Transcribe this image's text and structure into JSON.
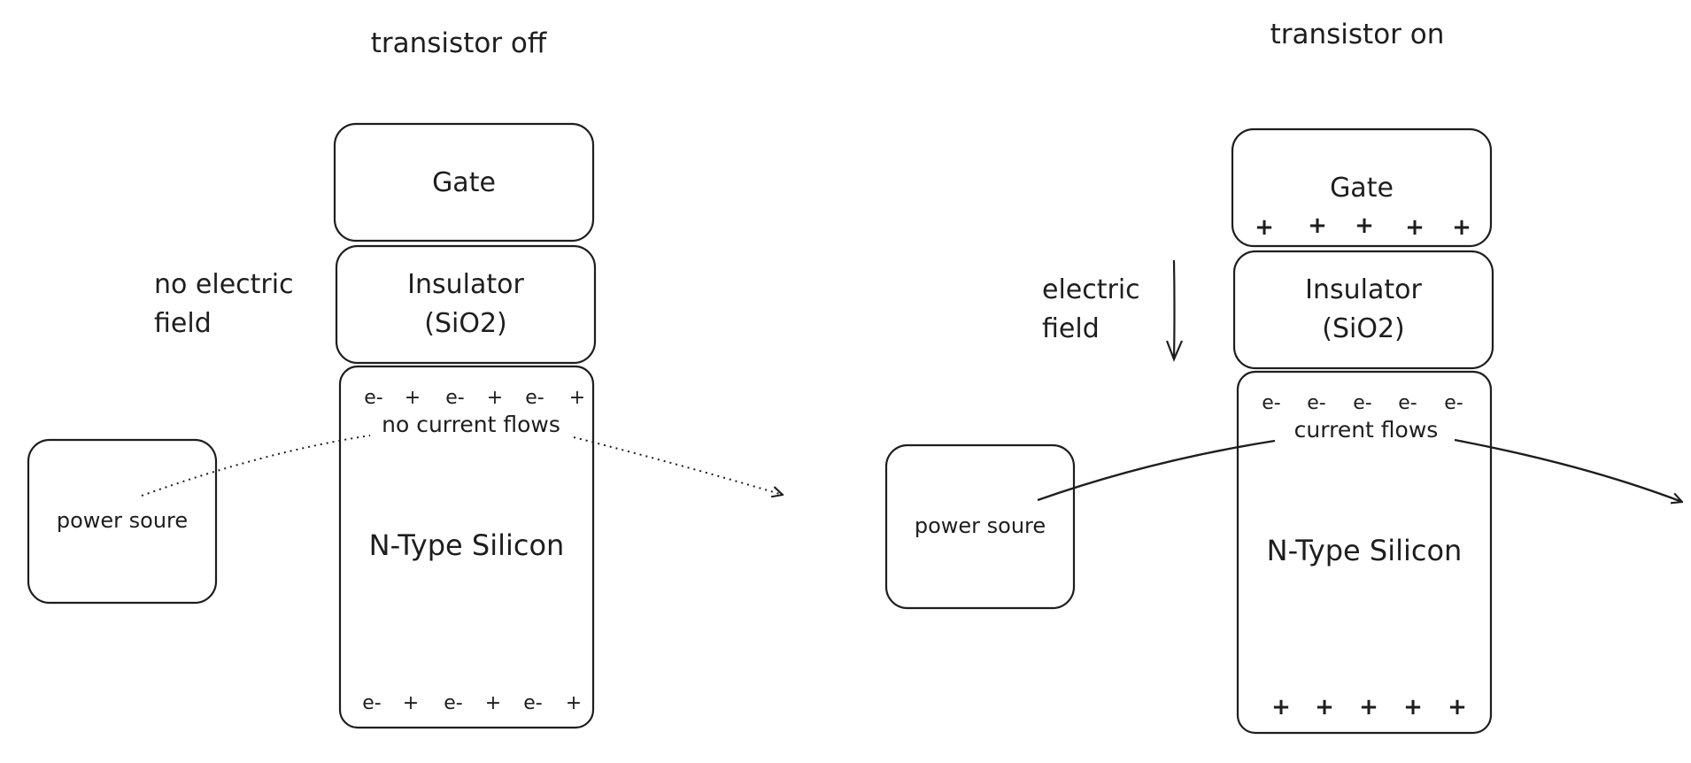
{
  "off_panel": {
    "title": "transistor off",
    "field_label_line1": "no electric",
    "field_label_line2": "field",
    "gate_label": "Gate",
    "insulator_line1": "Insulator",
    "insulator_line2": "(SiO2)",
    "silicon_label": "N-Type Silicon",
    "current_label": "no current flows",
    "power_label": "power soure",
    "top_charges": [
      "e-",
      "+",
      "e-",
      "+",
      "e-",
      "+"
    ],
    "bottom_charges": [
      "e-",
      "+",
      "e-",
      "+",
      "e-",
      "+"
    ]
  },
  "on_panel": {
    "title": "transistor on",
    "field_label_line1": "electric",
    "field_label_line2": "field",
    "gate_label": "Gate",
    "gate_charges": [
      "+",
      "+",
      "+",
      "+",
      "+"
    ],
    "insulator_line1": "Insulator",
    "insulator_line2": "(SiO2)",
    "silicon_label": "N-Type Silicon",
    "current_label": "current flows",
    "power_label": "power soure",
    "top_charges": [
      "e-",
      "e-",
      "e-",
      "e-",
      "e-"
    ],
    "bottom_charges": [
      "+",
      "+",
      "+",
      "+",
      "+"
    ]
  }
}
